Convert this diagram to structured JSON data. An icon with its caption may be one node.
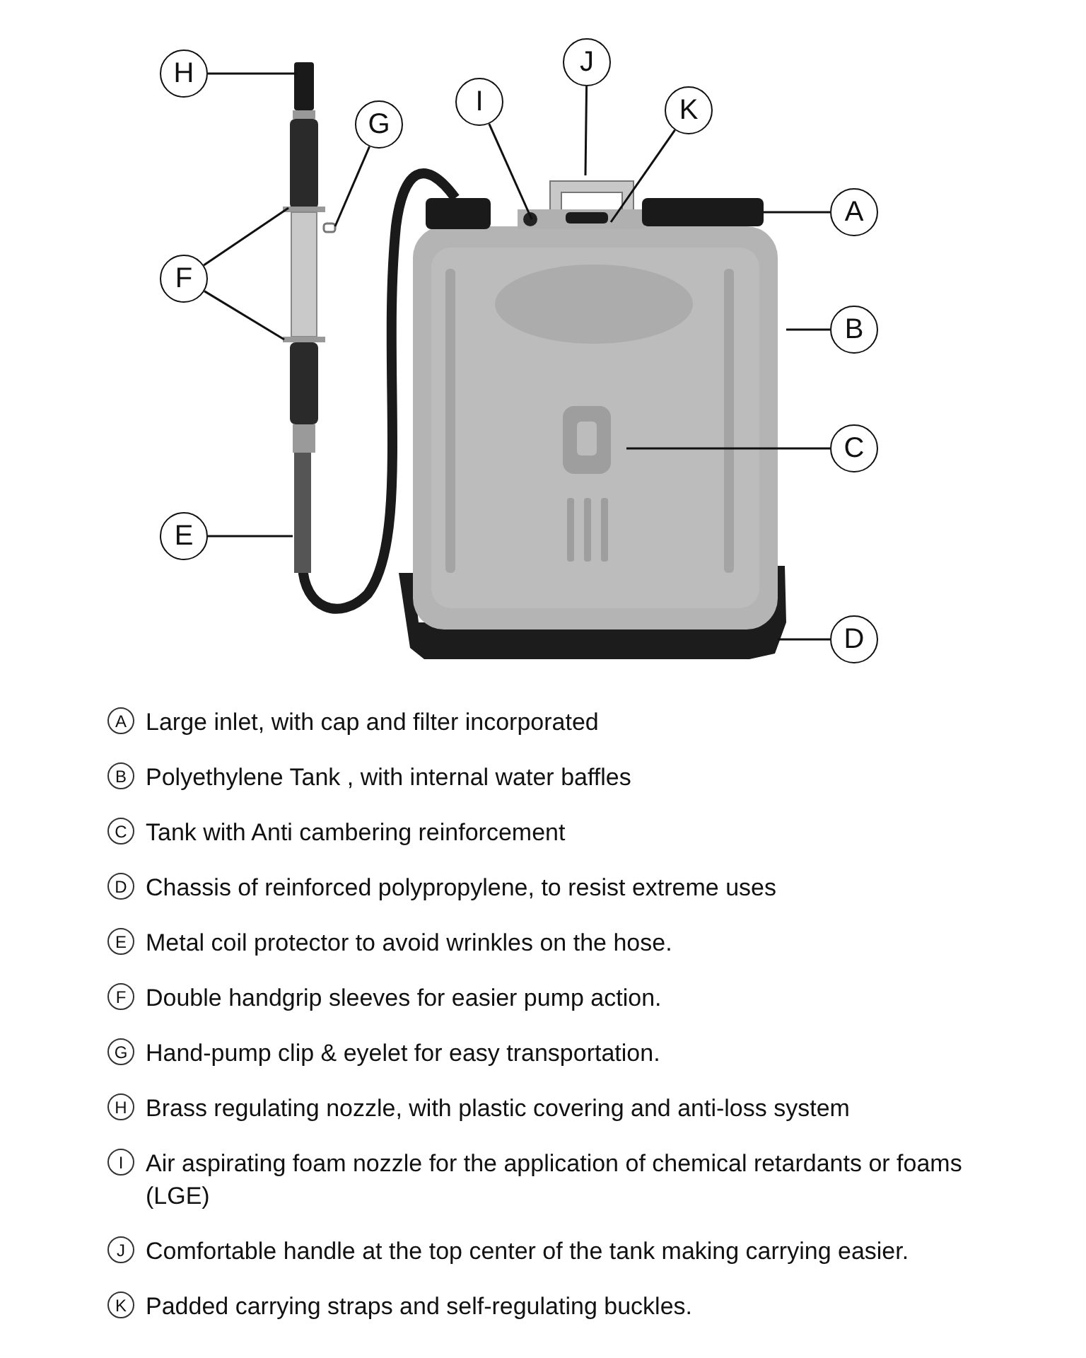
{
  "diagram": {
    "nodes": [
      {
        "text": [
          "H"
        ]
      },
      {
        "text": [
          "G"
        ]
      },
      {
        "text": [
          "I"
        ]
      },
      {
        "text": [
          "J"
        ]
      },
      {
        "text": [
          "K"
        ]
      },
      {
        "text": [
          "A"
        ]
      },
      {
        "text": [
          "F"
        ]
      },
      {
        "text": [
          "B"
        ]
      },
      {
        "text": [
          "C"
        ]
      },
      {
        "text": [
          "E"
        ]
      },
      {
        "text": [
          "D"
        ]
      }
    ],
    "edges": [
      {
        "from": 0,
        "to": null,
        "arrow": "none"
      },
      {
        "from": 1,
        "to": null,
        "arrow": "none"
      },
      {
        "from": 2,
        "to": null,
        "arrow": "none"
      },
      {
        "from": 3,
        "to": null,
        "arrow": "none"
      },
      {
        "from": 4,
        "to": null,
        "arrow": "none"
      },
      {
        "from": 5,
        "to": null,
        "arrow": "none"
      },
      {
        "from": 6,
        "to": null,
        "arrow": "none"
      },
      {
        "from": 6,
        "to": null,
        "arrow": "none"
      },
      {
        "from": 7,
        "to": null,
        "arrow": "none"
      },
      {
        "from": 8,
        "to": null,
        "arrow": "none"
      },
      {
        "from": 9,
        "to": null,
        "arrow": "none"
      },
      {
        "from": 10,
        "to": null,
        "arrow": "none"
      }
    ],
    "labels": [
      "A",
      "Large inlet, with cap and filter incorporated",
      "B",
      "Polyethylene Tank , with internal water baffles",
      "C",
      "Tank with Anti cambering reinforcement",
      "D",
      "Chassis of reinforced polypropylene, to resist  extreme uses",
      "E",
      "Metal coil protector to avoid wrinkles on the  hose.",
      "F",
      "Double handgrip sleeves for easier pump action.",
      "G",
      "Hand-pump clip & eyelet for easy transportation.",
      "H",
      "Brass regulating nozzle, with plastic covering and anti-loss system",
      "I",
      "Air aspirating foam nozzle for the application of chemical retardants or foams (LGE)",
      "J",
      "Comfortable handle at the top center of the tank making carrying easier.",
      "K",
      "Padded carrying straps and self-regulating buckles."
    ]
  }
}
